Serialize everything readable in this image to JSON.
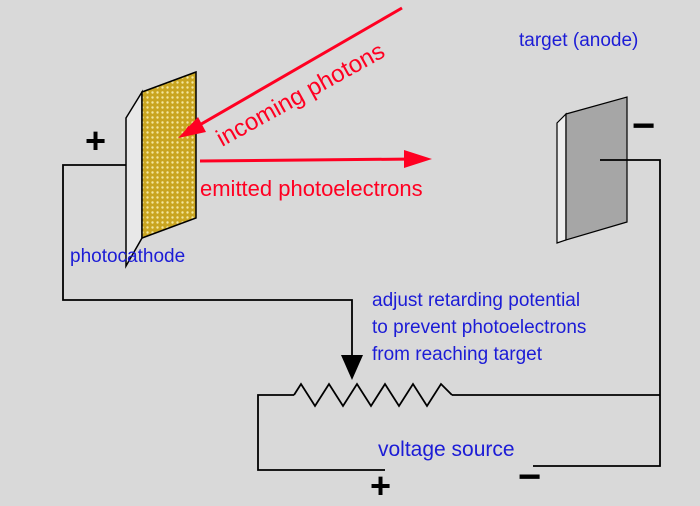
{
  "labels": {
    "incoming_photons": "incoming photons",
    "emitted_photoelectrons": "emitted photoelectrons",
    "photocathode": "photocathode",
    "target": "target (anode)",
    "adjust_line1": "adjust retarding potential",
    "adjust_line2": "to prevent photoelectrons",
    "adjust_line3": "from reaching target",
    "voltage_source": "voltage source",
    "plus": "+",
    "minus": "−"
  },
  "colors": {
    "background": "#d9d9d9",
    "photon_arrow": "#ff0022",
    "label_red": "#ff0022",
    "label_blue": "#1c1cd6",
    "wire": "#000000",
    "photocathode_fill": "#c9a520",
    "anode_fill": "#a6a6a6"
  }
}
